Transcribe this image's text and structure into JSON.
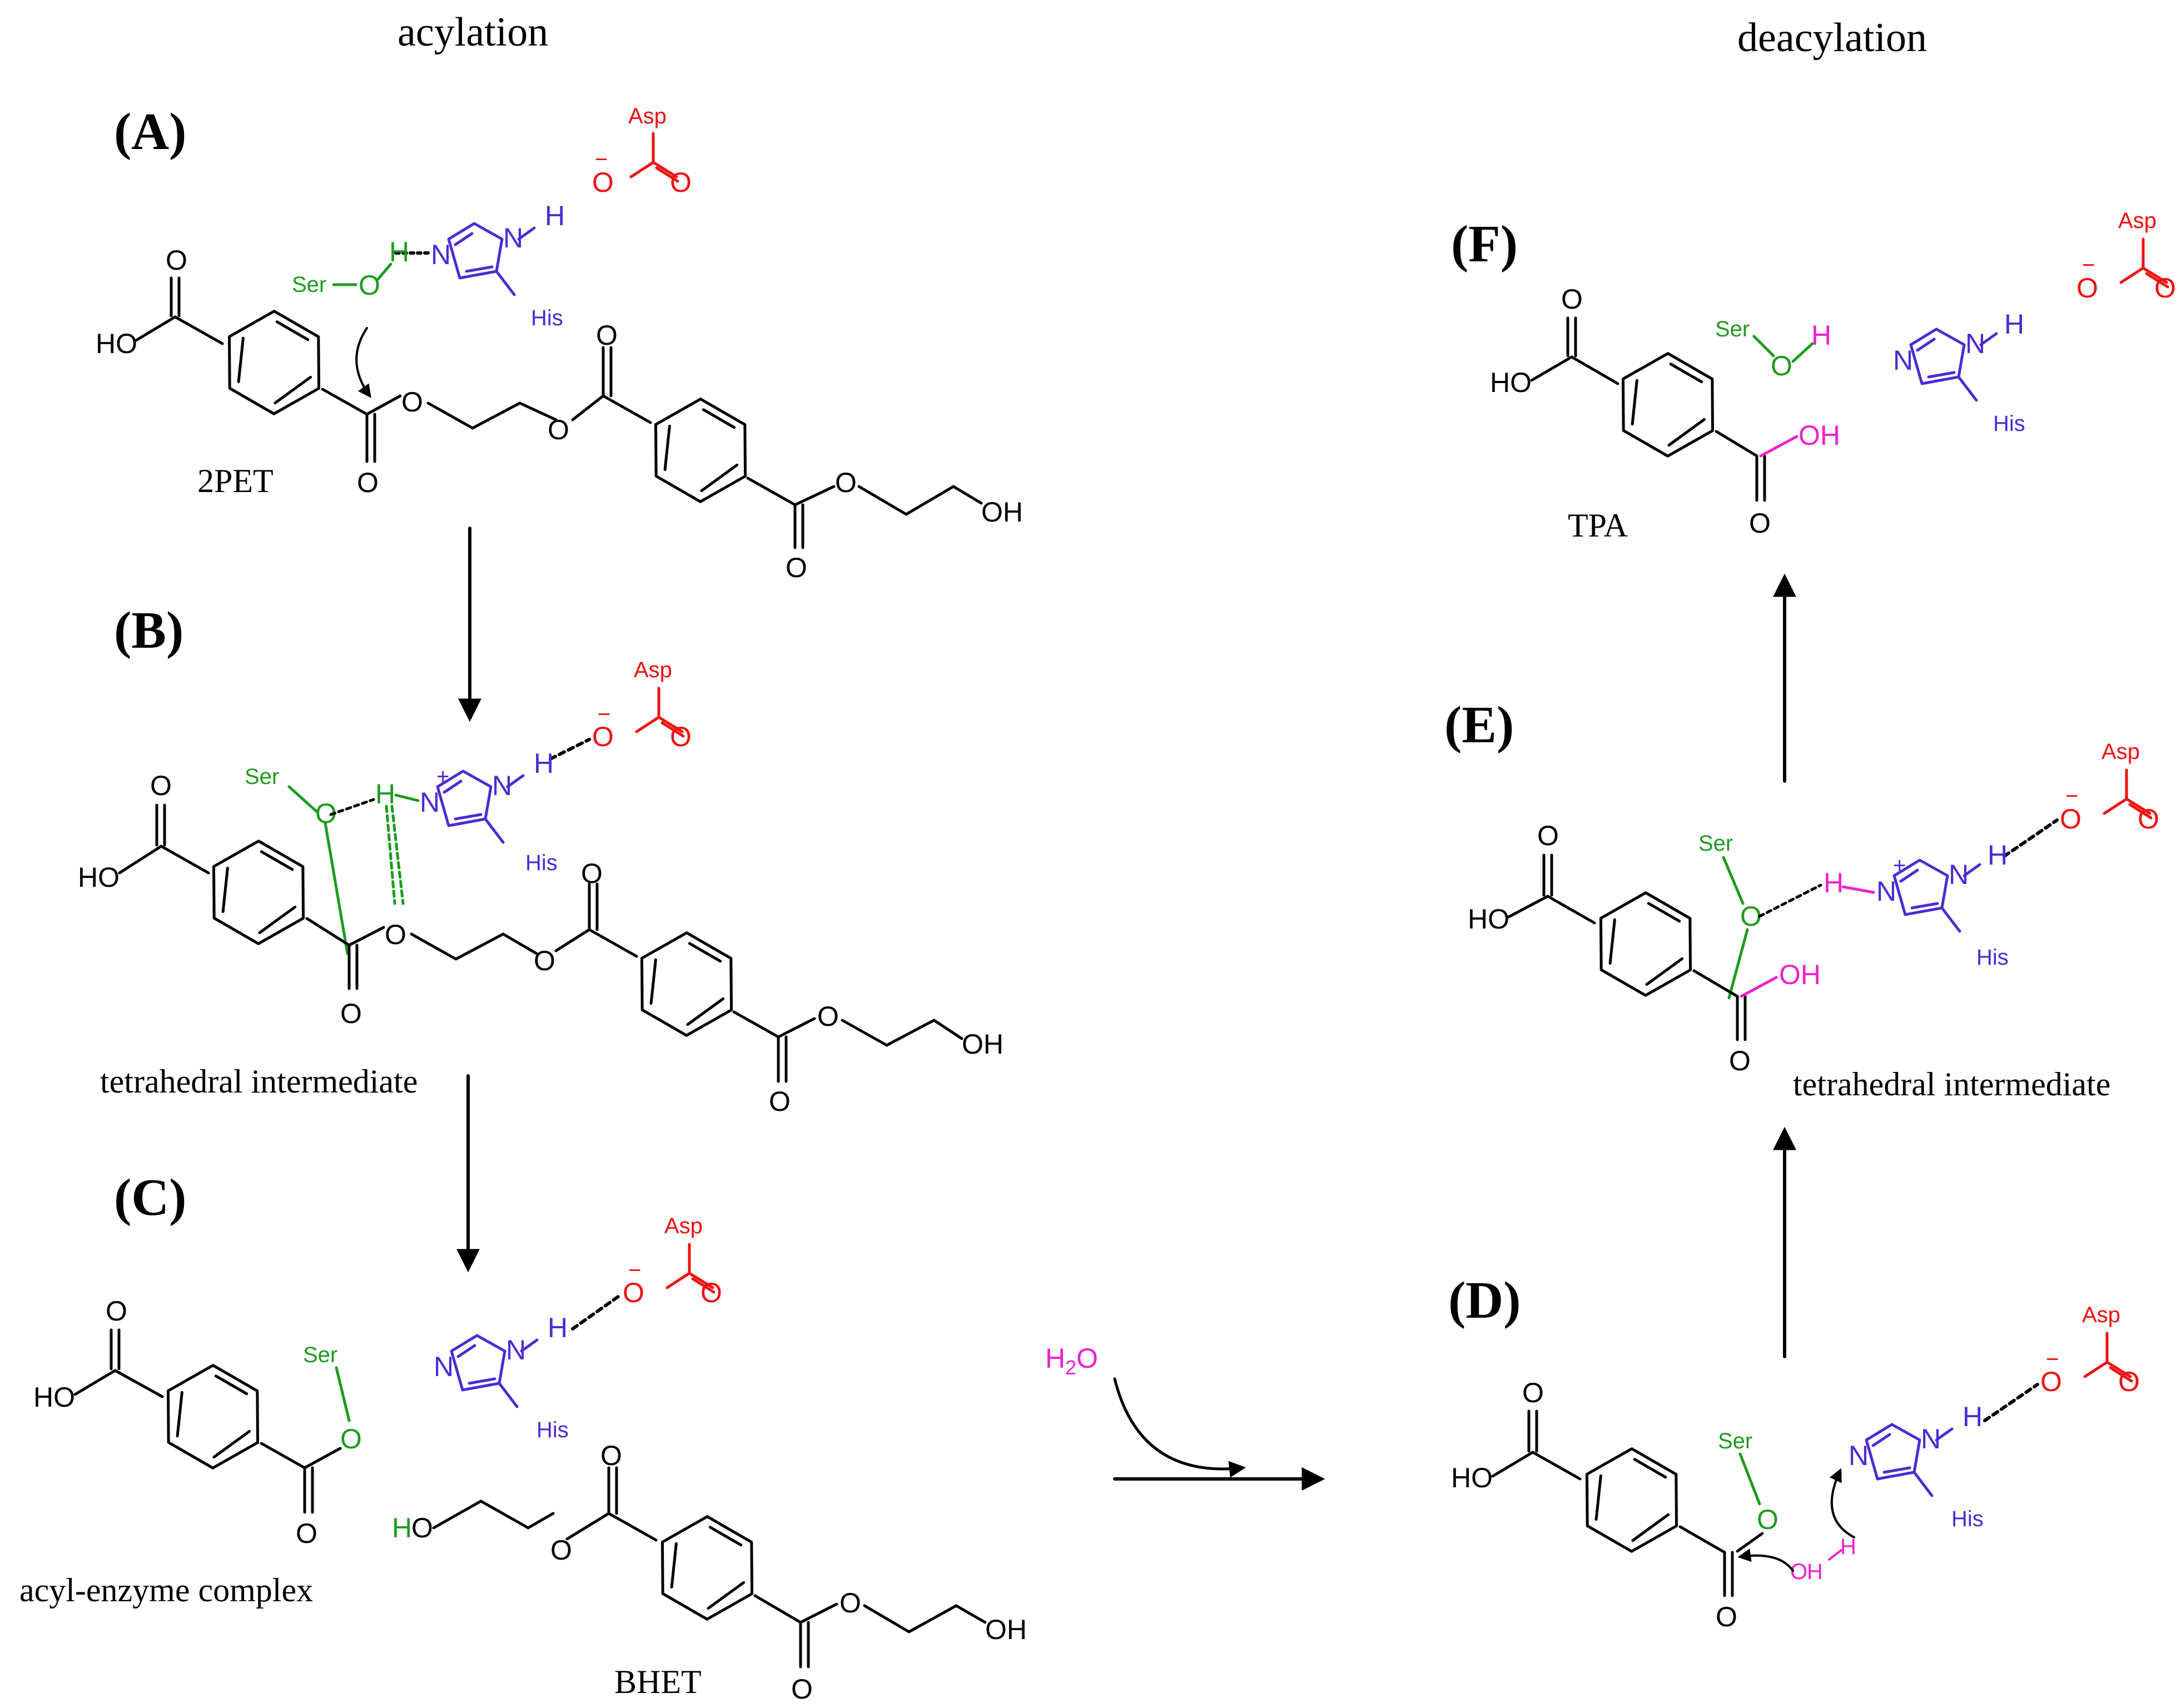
{
  "headers": {
    "left": "acylation",
    "right": "deacylation"
  },
  "panels": {
    "A": {
      "label": "(A)",
      "caption": "2PET"
    },
    "B": {
      "label": "(B)",
      "caption": "tetrahedral intermediate"
    },
    "C": {
      "label": "(C)",
      "caption": "acyl-enzyme complex",
      "product_caption": "BHET"
    },
    "D": {
      "label": "(D)"
    },
    "E": {
      "label": "(E)",
      "caption": "tetrahedral intermediate"
    },
    "F": {
      "label": "(F)",
      "caption": "TPA"
    }
  },
  "atoms": {
    "O": "O",
    "OH": "OH",
    "HO": "HO",
    "H": "H",
    "N": "N",
    "Ser": "Ser",
    "His": "His",
    "Asp": "Asp",
    "minus": "−",
    "plus": "+",
    "water_H": "H",
    "water_sub": "2",
    "water_O": "O"
  },
  "colors": {
    "enzyme_serine": "#1f9a1f",
    "enzyme_histidine": "#4b2bd4",
    "enzyme_aspartate": "#ee1111",
    "water": "#ee22cc",
    "substrate": "#000000"
  }
}
